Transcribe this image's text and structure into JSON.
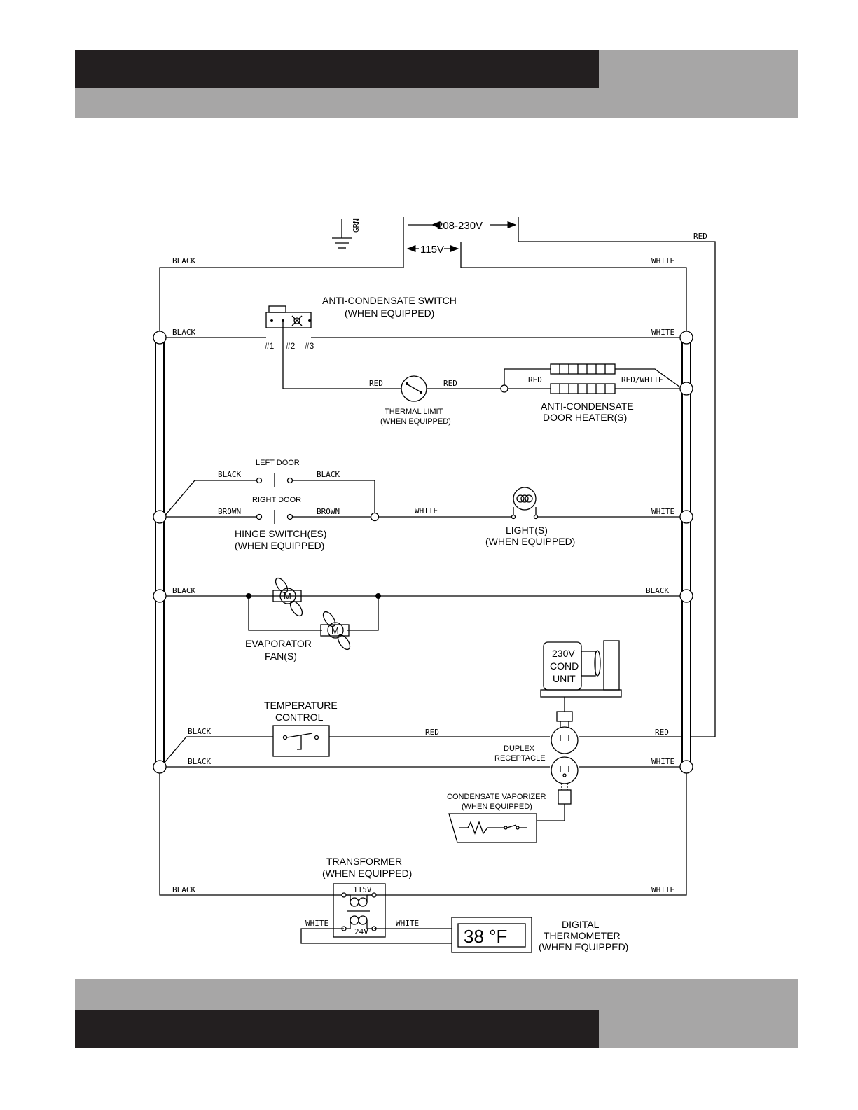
{
  "header": {
    "bar_dark": "#231f20",
    "bar_gray": "#a7a6a6"
  },
  "supply": {
    "v208": "208-230V",
    "v115": "115V",
    "grn": "GRN"
  },
  "wires": {
    "black": "BLACK",
    "white": "WHITE",
    "red": "RED",
    "brown": "BROWN",
    "red_white": "RED/WHITE"
  },
  "components": {
    "anti_switch": {
      "line1": "ANTI-CONDENSATE SWITCH",
      "line2": "(WHEN EQUIPPED)",
      "t1": "#1",
      "t2": "#2",
      "t3": "#3"
    },
    "thermal_limit": {
      "line1": "THERMAL LIMIT",
      "line2": "(WHEN EQUIPPED)"
    },
    "door_heater": {
      "line1": "ANTI-CONDENSATE",
      "line2": "DOOR HEATER(S)"
    },
    "left_door": "LEFT DOOR",
    "right_door": "RIGHT DOOR",
    "hinge": {
      "line1": "HINGE SWITCH(ES)",
      "line2": "(WHEN EQUIPPED)"
    },
    "light": {
      "line1": "LIGHT(S)",
      "line2": "(WHEN EQUIPPED)"
    },
    "evap": {
      "line1": "EVAPORATOR",
      "line2": "FAN(S)",
      "motor": "M"
    },
    "cond": {
      "line1": "230V",
      "line2": "COND",
      "line3": "UNIT"
    },
    "temp": {
      "line1": "TEMPERATURE",
      "line2": "CONTROL"
    },
    "duplex": {
      "line1": "DUPLEX",
      "line2": "RECEPTACLE"
    },
    "vaporizer": {
      "line1": "CONDENSATE VAPORIZER",
      "line2": "(WHEN EQUIPPED)"
    },
    "transformer": {
      "line1": "TRANSFORMER",
      "line2": "(WHEN EQUIPPED)",
      "v115": "115V",
      "v24": "24V"
    },
    "thermometer": {
      "line1": "DIGITAL",
      "line2": "THERMOMETER",
      "line3": "(WHEN EQUIPPED)",
      "display": "38 °F"
    }
  }
}
